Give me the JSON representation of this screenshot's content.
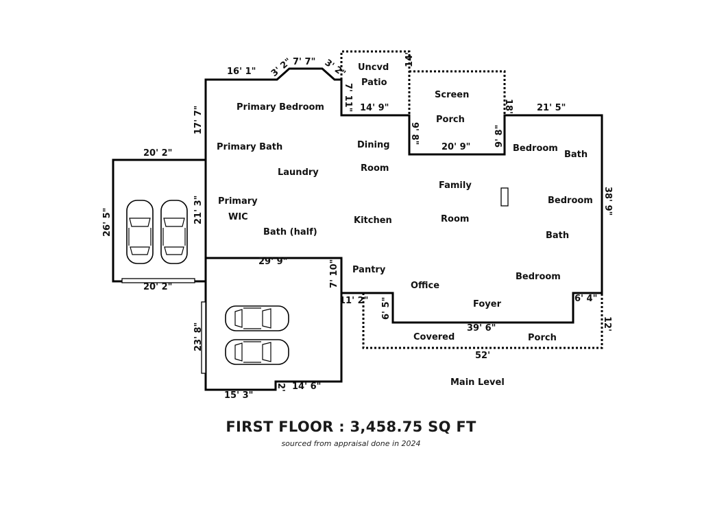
{
  "rooms": {
    "primary_bedroom": "Primary Bedroom",
    "primary_bath": "Primary Bath",
    "laundry": "Laundry",
    "primary": "Primary",
    "wic": "WIC",
    "bath_half": "Bath (half)",
    "dining": "Dining",
    "room1": "Room",
    "kitchen": "Kitchen",
    "pantry": "Pantry",
    "office": "Office",
    "family": "Family",
    "room2": "Room",
    "foyer": "Foyer",
    "bedroom1": "Bedroom",
    "bath1": "Bath",
    "bedroom2": "Bedroom",
    "bath2": "Bath",
    "bedroom3": "Bedroom",
    "uncvd": "Uncvd",
    "patio": "Patio",
    "screen": "Screen",
    "porch": "Porch",
    "covered": "Covered",
    "porch2": "Porch",
    "main_level": "Main Level"
  },
  "dims": {
    "d16_1": "16' 1\"",
    "d3_2": "3' 2\"",
    "d7_7": "7' 7\"",
    "d3_2b": "3' 2\"",
    "d14": "14'",
    "d7_11": "7' 11\"",
    "d14_9": "14' 9\"",
    "d9_8": "9' 8\"",
    "d20_9": "20' 9\"",
    "d9_8b": "9' 8\"",
    "d18": "18'",
    "d21_5": "21' 5\"",
    "d17_7": "17' 7\"",
    "d20_2a": "20' 2\"",
    "d26_5": "26' 5\"",
    "d21_3": "21' 3\"",
    "d29_9": "29' 9\"",
    "d20_2b": "20' 2\"",
    "d7_10": "7' 10\"",
    "d11_2": "11' 2\"",
    "d6_5": "6' 5\"",
    "d39_6": "39' 6\"",
    "d6_4": "6' 4\"",
    "d38_9": "38' 9\"",
    "d12": "12'",
    "d52": "52'",
    "d23_8": "23' 8\"",
    "d15_3": "15' 3\"",
    "d2": "2'",
    "d14_6": "14' 6\""
  },
  "caption": {
    "title": "FIRST FLOOR : 3,458.75 SQ FT",
    "subtitle": "sourced from appraisal done in 2024"
  }
}
